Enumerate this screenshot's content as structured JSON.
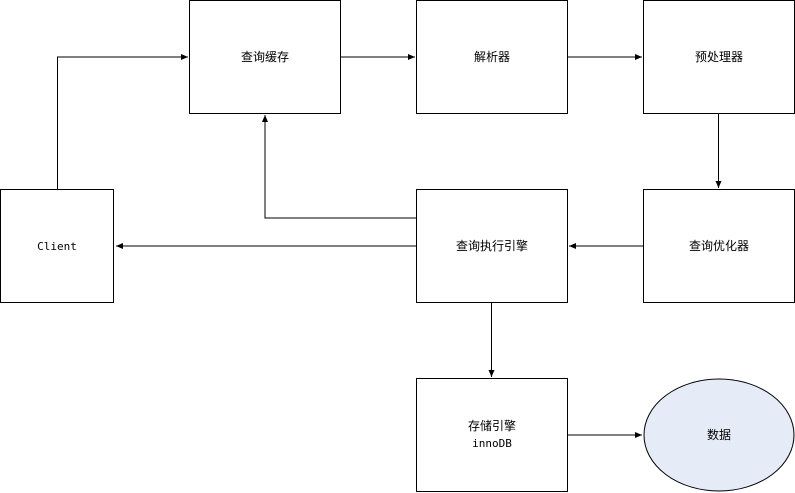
{
  "diagram": {
    "nodes": {
      "query_cache": {
        "label": "查询缓存"
      },
      "parser": {
        "label": "解析器"
      },
      "preprocessor": {
        "label": "预处理器"
      },
      "client": {
        "label": "Client"
      },
      "executor": {
        "label": "查询执行引擎"
      },
      "optimizer": {
        "label": "查询优化器"
      },
      "storage": {
        "label_line1": "存储引擎",
        "label_line2": "innoDB"
      },
      "data": {
        "label": "数据"
      }
    },
    "edges": [
      {
        "from": "client",
        "to": "query_cache"
      },
      {
        "from": "query_cache",
        "to": "parser"
      },
      {
        "from": "parser",
        "to": "preprocessor"
      },
      {
        "from": "preprocessor",
        "to": "optimizer"
      },
      {
        "from": "optimizer",
        "to": "executor"
      },
      {
        "from": "executor",
        "to": "query_cache"
      },
      {
        "from": "executor",
        "to": "client"
      },
      {
        "from": "executor",
        "to": "storage"
      },
      {
        "from": "storage",
        "to": "data"
      }
    ],
    "colors": {
      "stroke": "#000000",
      "box_fill": "#ffffff",
      "data_fill": "#e6ecf7"
    }
  }
}
